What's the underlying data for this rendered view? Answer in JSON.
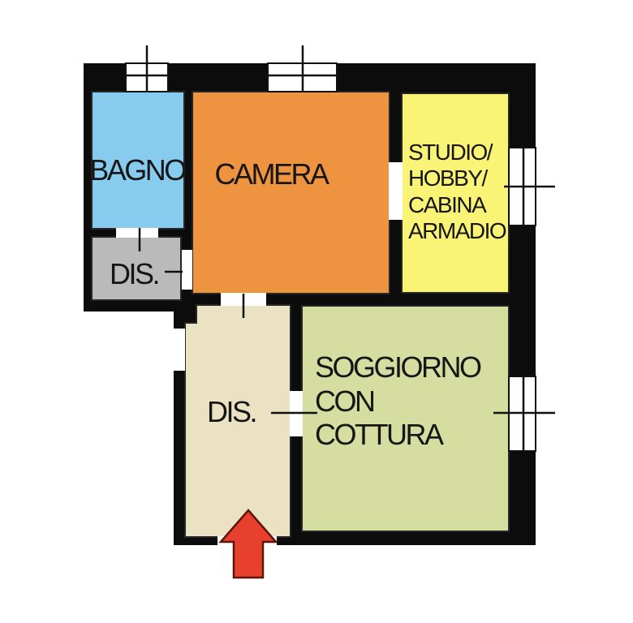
{
  "floorplan": {
    "background_color": "#ffffff",
    "wall_color": "#0c0c0c",
    "rooms": {
      "bagno": {
        "name": "BAGNO",
        "color": "#87cbef"
      },
      "camera": {
        "name": "CAMERA",
        "color": "#ee9440"
      },
      "studio": {
        "lines": [
          "STUDIO/",
          "HOBBY/",
          "CABINA",
          "ARMADIO"
        ],
        "color": "#f9f376"
      },
      "dis_upper": {
        "name": "DIS.",
        "color": "#bababa"
      },
      "dis_corridor": {
        "name": "DIS.",
        "color": "#ebe2c3"
      },
      "soggiorno": {
        "lines": [
          "SOGGIORNO",
          "CON",
          "COTTURA"
        ],
        "color": "#d6dda1"
      }
    },
    "entrance_arrow": {
      "icon": "up-arrow-icon",
      "color": "#e8402f",
      "outline_color": "#5f1408"
    }
  }
}
